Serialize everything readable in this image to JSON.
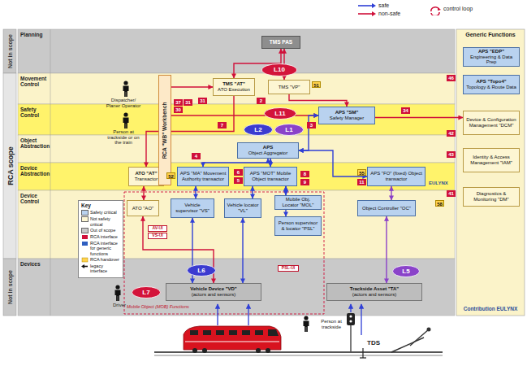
{
  "diagram": {
    "nodes": [
      {
        "text": [
          "Planning"
        ]
      },
      {
        "text": [
          "Movement Control"
        ]
      },
      {
        "text": [
          "Safety Control"
        ]
      },
      {
        "text": [
          "Object Abstraction"
        ]
      },
      {
        "text": [
          "Device Abstraction"
        ]
      },
      {
        "text": [
          "Device Control"
        ]
      },
      {
        "text": [
          "Devices"
        ]
      },
      {
        "text": [
          "Generic Functions",
          "Contribution EULYNX"
        ]
      },
      {
        "text": [
          "TMS PAS"
        ],
        "in": 0
      },
      {
        "text": [
          "RCA \"WB\" Workbench"
        ]
      },
      {
        "text": [
          "TMS \"AT\"",
          "ATO Execution"
        ],
        "in": 1
      },
      {
        "text": [
          "TMS \"VP\""
        ],
        "in": 1
      },
      {
        "text": [
          "APS \"SM\"",
          "Safety Manager"
        ],
        "in": 2
      },
      {
        "text": [
          "APS",
          "Object Aggregator"
        ],
        "in": 3
      },
      {
        "text": [
          "ATO \"AT\"",
          "Transactor"
        ],
        "in": 4
      },
      {
        "text": [
          "APS \"MA\" Movement Authority transactor"
        ],
        "in": 4
      },
      {
        "text": [
          "APS \"MOT\" Mobile Object transactor"
        ],
        "in": 4
      },
      {
        "text": [
          "APS \"FO\" (fixed) Object transactor"
        ],
        "in": 4
      },
      {
        "text": [
          "ATO \"AO\""
        ],
        "in": 5
      },
      {
        "text": [
          "Vehicle supervisor \"VS\""
        ],
        "in": 5
      },
      {
        "text": [
          "Vehicle locator \"VL\""
        ],
        "in": 5
      },
      {
        "text": [
          "Mobile Obj. Locator \"MOL\""
        ],
        "in": 5
      },
      {
        "text": [
          "Person supervisor & locator \"PSL\""
        ],
        "in": 5
      },
      {
        "text": [
          "Object Controller \"OC\""
        ],
        "in": 5
      },
      {
        "text": [
          "Vehicle Device \"VD\"",
          "(actors and sensors)"
        ],
        "in": 6
      },
      {
        "text": [
          "Trackside Asset \"TA\"",
          "(actors and sensors)"
        ],
        "in": 6
      },
      {
        "text": [
          "APS \"EDP\"",
          "Engineering & Data Prep"
        ],
        "in": 7
      },
      {
        "text": [
          "APS \"Topo4\"",
          "Topology & Route Data"
        ],
        "in": 7
      },
      {
        "text": [
          "Device & Configuration Management \"DCM\""
        ],
        "in": 7
      },
      {
        "text": [
          "Identity & Access Management \"IAM\""
        ],
        "in": 7
      },
      {
        "text": [
          "Diagnostics & Monitoring \"DM\""
        ],
        "in": 7
      },
      {
        "text": [
          "Key"
        ]
      },
      {
        "text": [
          "L10"
        ]
      },
      {
        "text": [
          "L11"
        ]
      },
      {
        "text": [
          "L2"
        ]
      },
      {
        "text": [
          "L1"
        ]
      },
      {
        "text": [
          "L6"
        ]
      },
      {
        "text": [
          "L7"
        ]
      },
      {
        "text": [
          "L5"
        ]
      }
    ],
    "edges": [
      {
        "from": 8,
        "to": 10,
        "arrow": "both"
      },
      {
        "from": 8,
        "to": 11,
        "arrow": "both"
      },
      {
        "from": 11,
        "to": 12,
        "arrow": "to"
      },
      {
        "from": 10,
        "to": 14,
        "arrow": "to"
      },
      {
        "from": 14,
        "to": 18,
        "arrow": "both"
      },
      {
        "from": 18,
        "to": 24,
        "arrow": "both"
      },
      {
        "from": 9,
        "to": 10,
        "arrow": "to"
      },
      {
        "from": 9,
        "to": 12,
        "arrow": "to"
      },
      {
        "from": 12,
        "to": 13,
        "arrow": "both"
      },
      {
        "from": 13,
        "to": 15,
        "arrow": "both"
      },
      {
        "from": 13,
        "to": 16,
        "arrow": "both"
      },
      {
        "from": 13,
        "to": 17,
        "arrow": "both"
      },
      {
        "from": 15,
        "to": 19,
        "arrow": "both"
      },
      {
        "from": 16,
        "to": 20,
        "arrow": "both"
      },
      {
        "from": 16,
        "to": 21,
        "arrow": "both"
      },
      {
        "from": 16,
        "to": 22,
        "arrow": "both"
      },
      {
        "from": 17,
        "to": 23,
        "arrow": "both"
      },
      {
        "from": 19,
        "to": 24,
        "arrow": "both"
      },
      {
        "from": 20,
        "to": 24,
        "arrow": "both"
      },
      {
        "from": 23,
        "to": 25,
        "arrow": "both"
      },
      {
        "from": 12,
        "to": 28,
        "arrow": "to"
      }
    ],
    "labels": [
      "Not in scope",
      "RCA scope",
      "Not in scope",
      "Dispatcher/ Planer Operator",
      "Person at trackside or on the train",
      "Driver",
      "AV-UI",
      "VS-UI",
      "PSL-UI",
      "Person at trackside",
      "TDS",
      "EULYNX",
      "Mobile Object (MOB) Functions",
      "31",
      "51",
      "37",
      "30",
      "31",
      "2",
      "3",
      "7",
      "4",
      "34",
      "46",
      "42",
      "43",
      "41",
      "58",
      "52",
      "6",
      "5",
      "8",
      "9",
      "55",
      "11"
    ],
    "legend": [
      {
        "text": "safe"
      },
      {
        "text": "non-safe"
      },
      {
        "text": "control loop"
      },
      {
        "text": "Safety critical",
        "color": "#b9d2ef"
      },
      {
        "text": "Not safety critical",
        "color": "#fdf6d3"
      },
      {
        "text": "Out of scope",
        "color": "#c9c9c9"
      },
      {
        "text": "RCA interface"
      },
      {
        "text": "RCA interface for generic functions"
      },
      {
        "text": "RCA handover"
      },
      {
        "text": "legacy interface"
      }
    ]
  }
}
